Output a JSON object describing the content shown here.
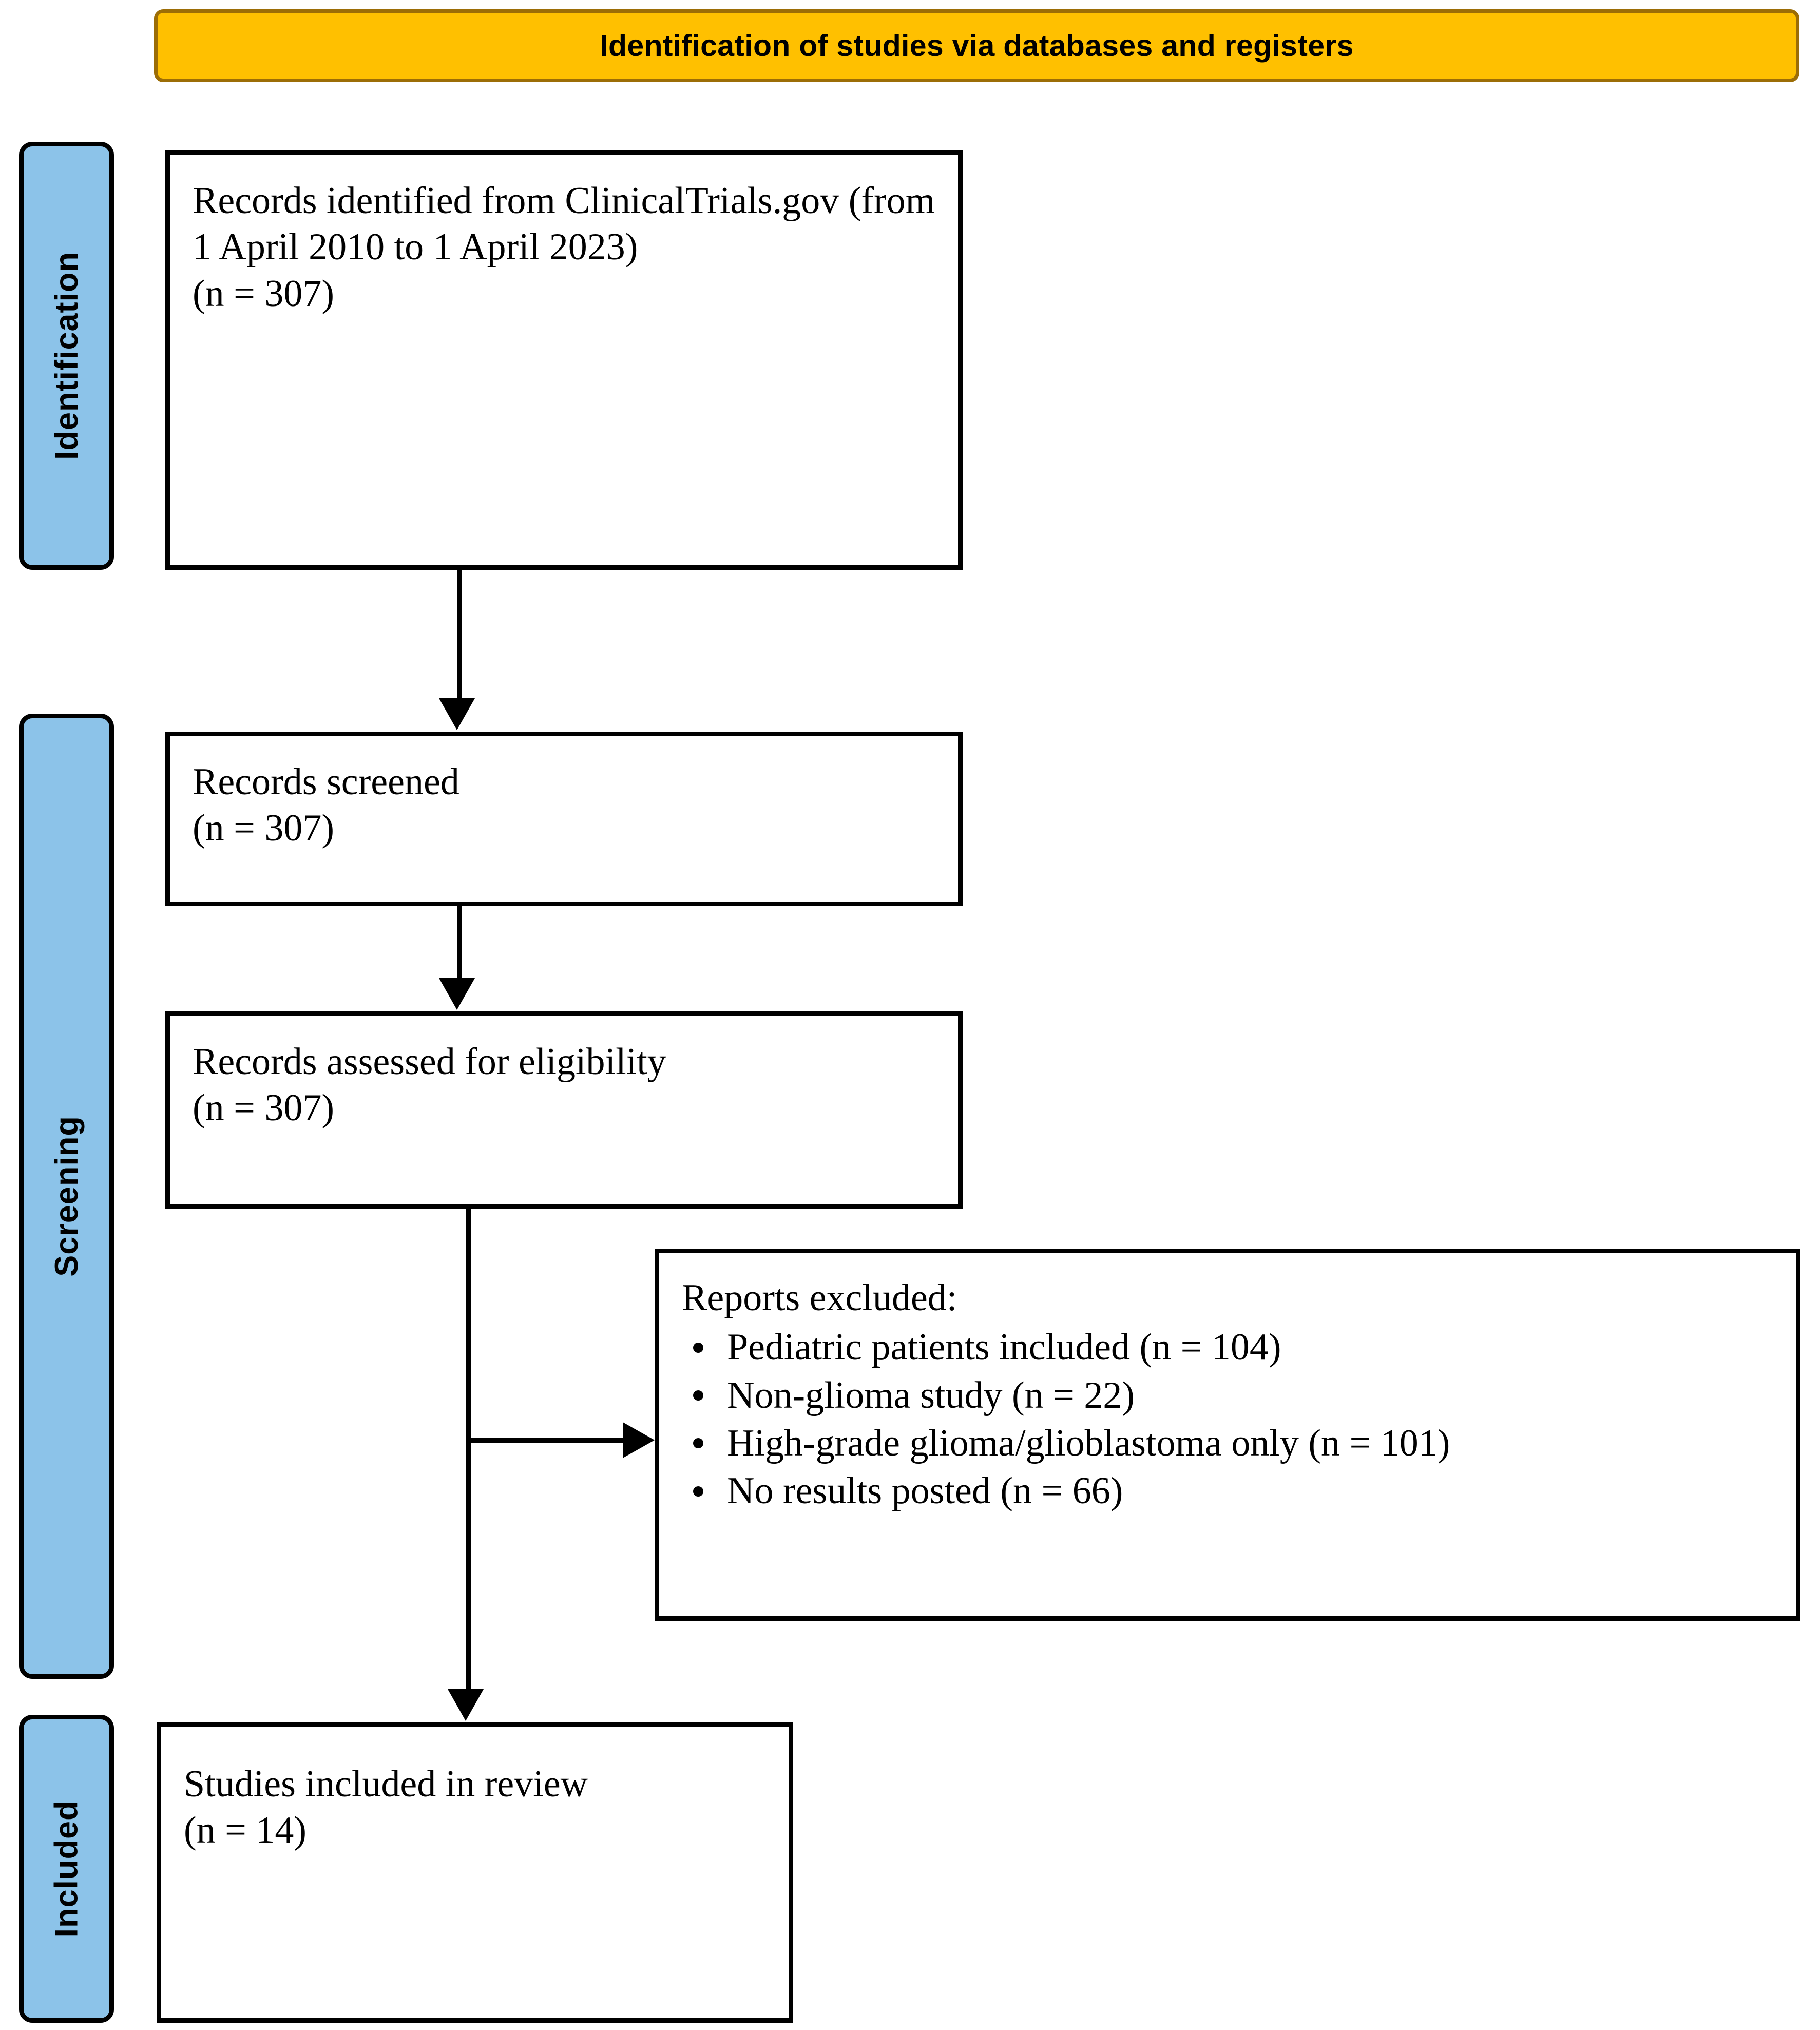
{
  "header": {
    "title": "Identification of studies via databases and registers"
  },
  "colors": {
    "accent": "#FFC000",
    "accent_border": "#9C6D06",
    "tab_fill": "#8CC3E9",
    "box_border": "#000000",
    "box_fill": "#FFFFFF"
  },
  "stages": [
    {
      "id": "identification",
      "label": "Identification"
    },
    {
      "id": "screening",
      "label": "Screening"
    },
    {
      "id": "included",
      "label": "Included"
    }
  ],
  "boxes": {
    "identified": {
      "text": "Records identified  from ClinicalTrials.gov  (from 1 April 2010 to 1 April 2023)\n(n = 307)",
      "count": 307
    },
    "screened": {
      "text": "Records screened\n(n = 307)",
      "count": 307
    },
    "eligible": {
      "text": "Records assessed for eligibility\n(n = 307)",
      "count": 307
    },
    "included": {
      "text": "Studies included  in review\n(n = 14)",
      "count": 14
    }
  },
  "excluded": {
    "title": "Reports excluded:",
    "items": [
      {
        "label": "Pediatric  patients included  (n = 104)",
        "reason": "Pediatric patients included",
        "count": 104
      },
      {
        "label": "Non-glioma study (n = 22)",
        "reason": "Non-glioma study",
        "count": 22
      },
      {
        "label": "High-grade glioma/glioblastoma  only (n = 101)",
        "reason": "High-grade glioma/glioblastoma only",
        "count": 101
      },
      {
        "label": "No results posted (n = 66)",
        "reason": "No results posted",
        "count": 66
      }
    ]
  },
  "icons": {
    "arrow_down": "arrow-down-icon",
    "arrow_right": "arrow-right-icon"
  }
}
